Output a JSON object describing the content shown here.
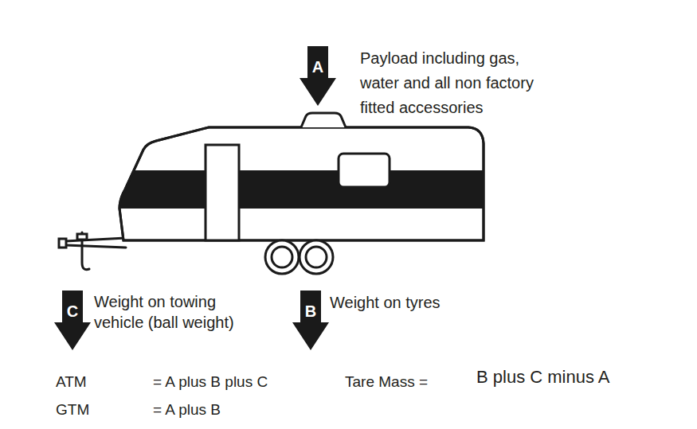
{
  "diagram": {
    "nodes": [
      {
        "text": [
          "A",
          "Payload including gas, water and all non factory fitted accessories"
        ]
      },
      {
        "text": [
          "C",
          "Weight on towing vehicle (ball weight)"
        ]
      },
      {
        "text": [
          "B",
          "Weight on tyres"
        ]
      }
    ],
    "labels": [
      "ATM",
      "= A plus B plus C",
      "Tare Mass =",
      "B plus C minus A",
      "GTM",
      "= A plus B"
    ]
  }
}
